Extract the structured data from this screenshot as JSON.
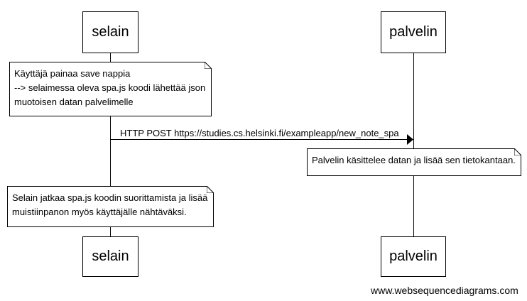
{
  "participants": {
    "client": "selain",
    "server": "palvelin"
  },
  "notes": {
    "client_before": [
      "Käyttäjä painaa save nappia",
      "--> selaimessa oleva spa.js koodi lähettää json",
      "muotoisen datan palvelimelle"
    ],
    "server": [
      "Palvelin käsittelee datan ja lisää sen tietokantaan."
    ],
    "client_after": [
      "Selain jatkaa spa.js koodin suorittamista ja lisää",
      "muistiinpanon myös käyttäjälle nähtäväksi."
    ]
  },
  "message": {
    "label": "HTTP POST https://studies.cs.helsinki.fi/exampleapp/new_note_spa"
  },
  "watermark": "www.websequencediagrams.com"
}
